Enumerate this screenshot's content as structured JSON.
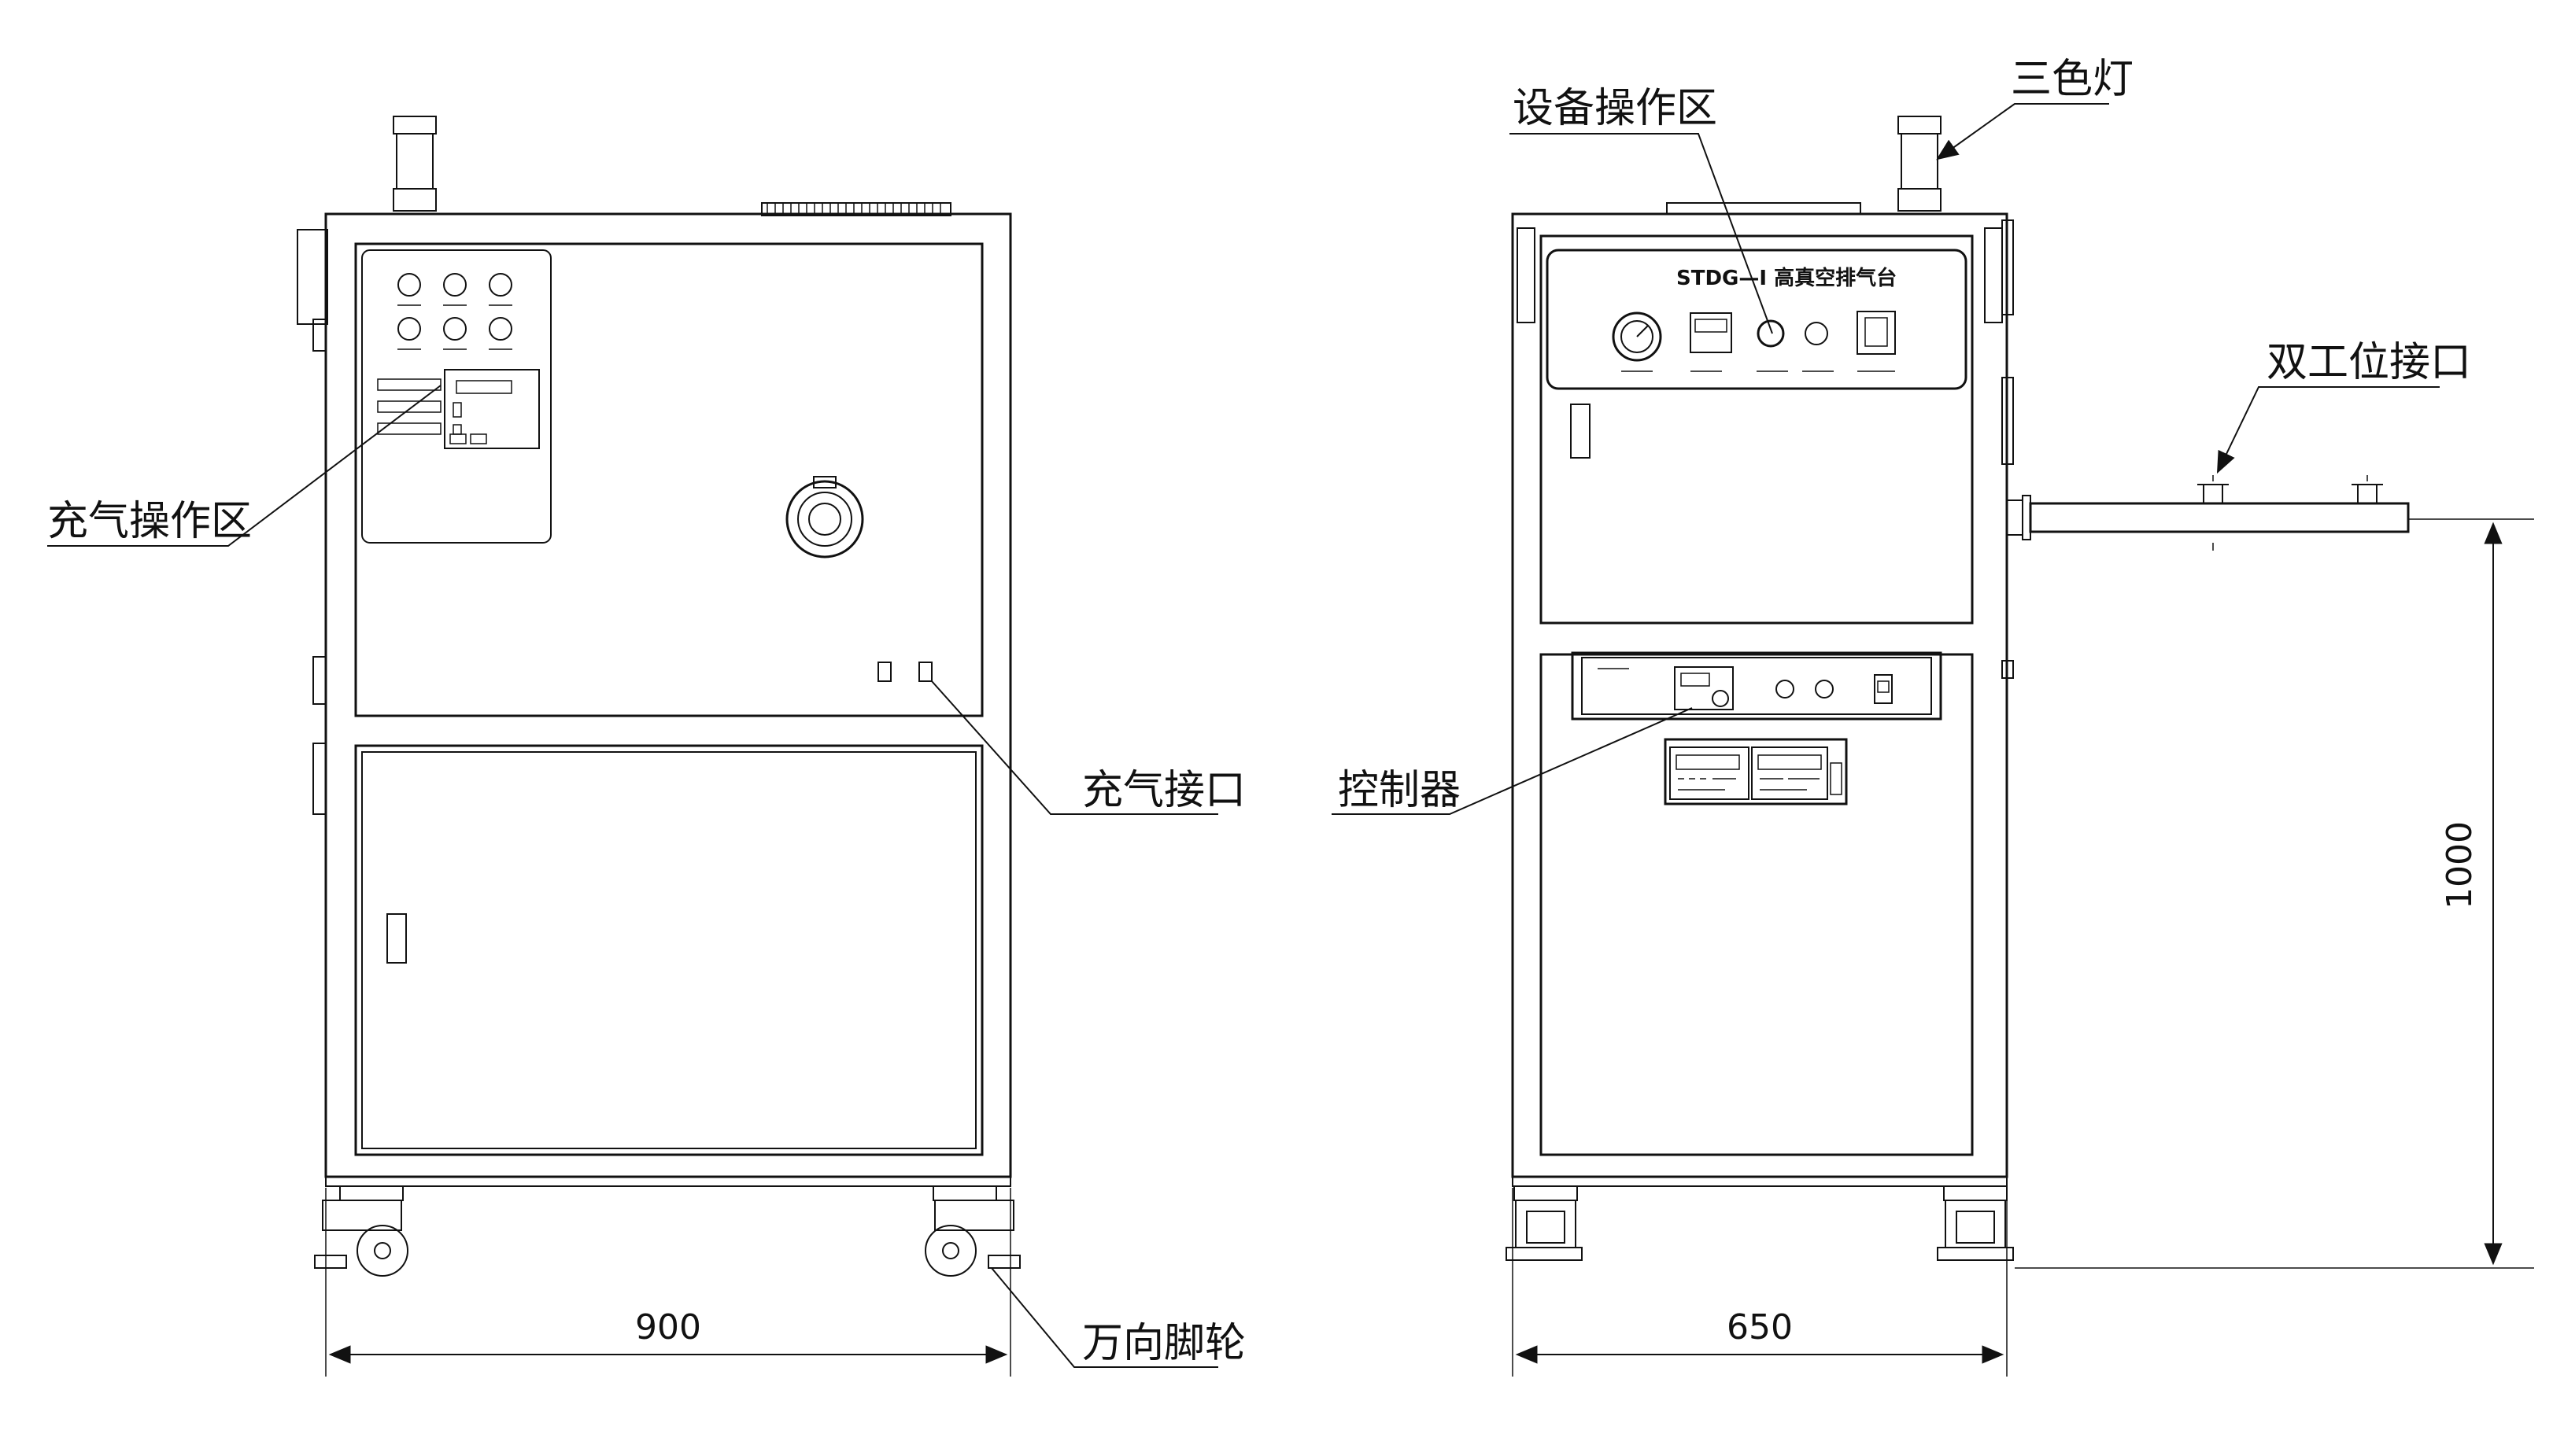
{
  "callouts": {
    "fill_operation_area": "充气操作区",
    "fill_port": "充气接口",
    "caster": "万向脚轮",
    "equipment_operation_area": "设备操作区",
    "tri_color_light": "三色灯",
    "dual_station_port": "双工位接口",
    "controller": "控制器"
  },
  "dimensions": {
    "front_width": "900",
    "side_width": "650",
    "port_height": "1000"
  },
  "panel": {
    "title": "STDG—I  高真空排气台"
  }
}
